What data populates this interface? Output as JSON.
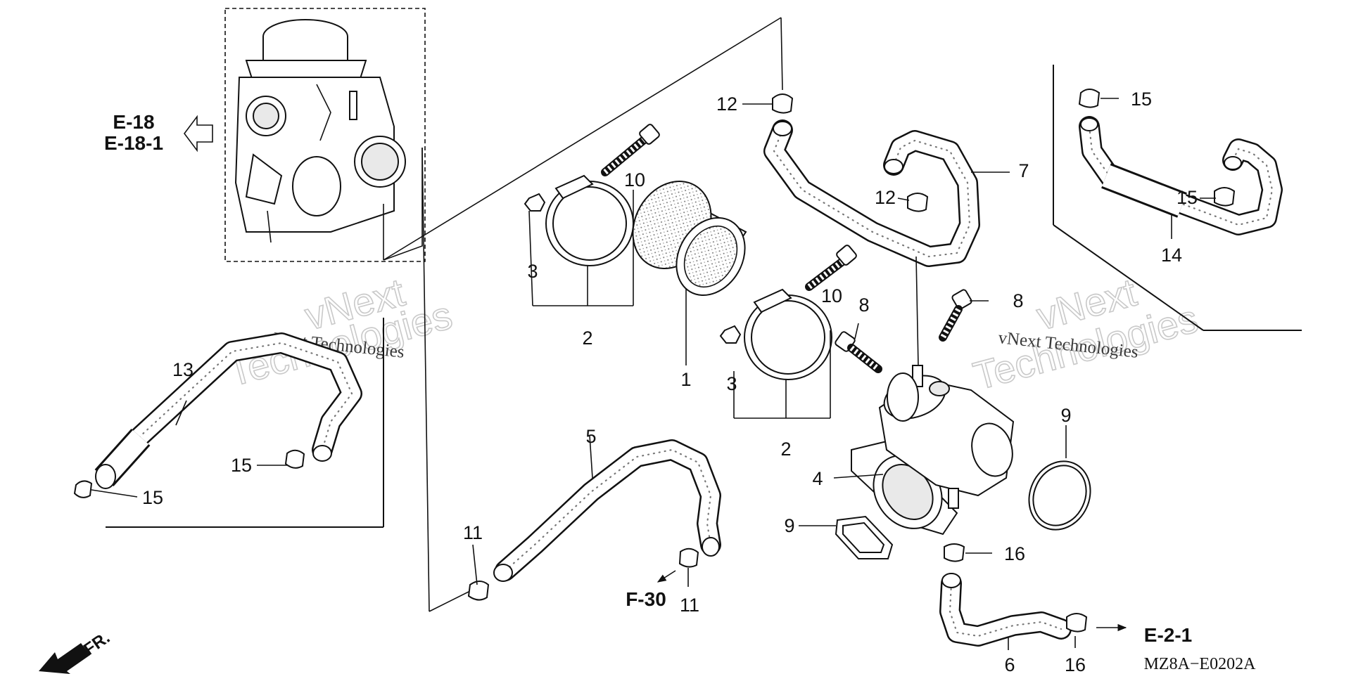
{
  "labels": {
    "p1": "1",
    "p2a": "2",
    "p2b": "2",
    "p3a": "3",
    "p3b": "3",
    "p4": "4",
    "p5": "5",
    "p6": "6",
    "p7": "7",
    "p8a": "8",
    "p8b": "8",
    "p9a": "9",
    "p9b": "9",
    "p10a": "10",
    "p10b": "10",
    "p11a": "11",
    "p11b": "11",
    "p12a": "12",
    "p12b": "12",
    "p13": "13",
    "p14": "14",
    "p15a": "15",
    "p15b": "15",
    "p15c": "15",
    "p15d": "15",
    "p16a": "16",
    "p16b": "16"
  },
  "references": {
    "e18": "E-18",
    "e181": "E-18-1",
    "f30": "F-30",
    "e21": "E-2-1",
    "fr": "FR."
  },
  "diagram_code": "MZ8A−E0202A",
  "watermarks": {
    "big1_line1": "vNext",
    "big1_line2": "Technologies",
    "small1": "vNext Technologies",
    "big2_line1": "vNext",
    "big2_line2": "Technologies",
    "small2": "vNext Technologies"
  }
}
